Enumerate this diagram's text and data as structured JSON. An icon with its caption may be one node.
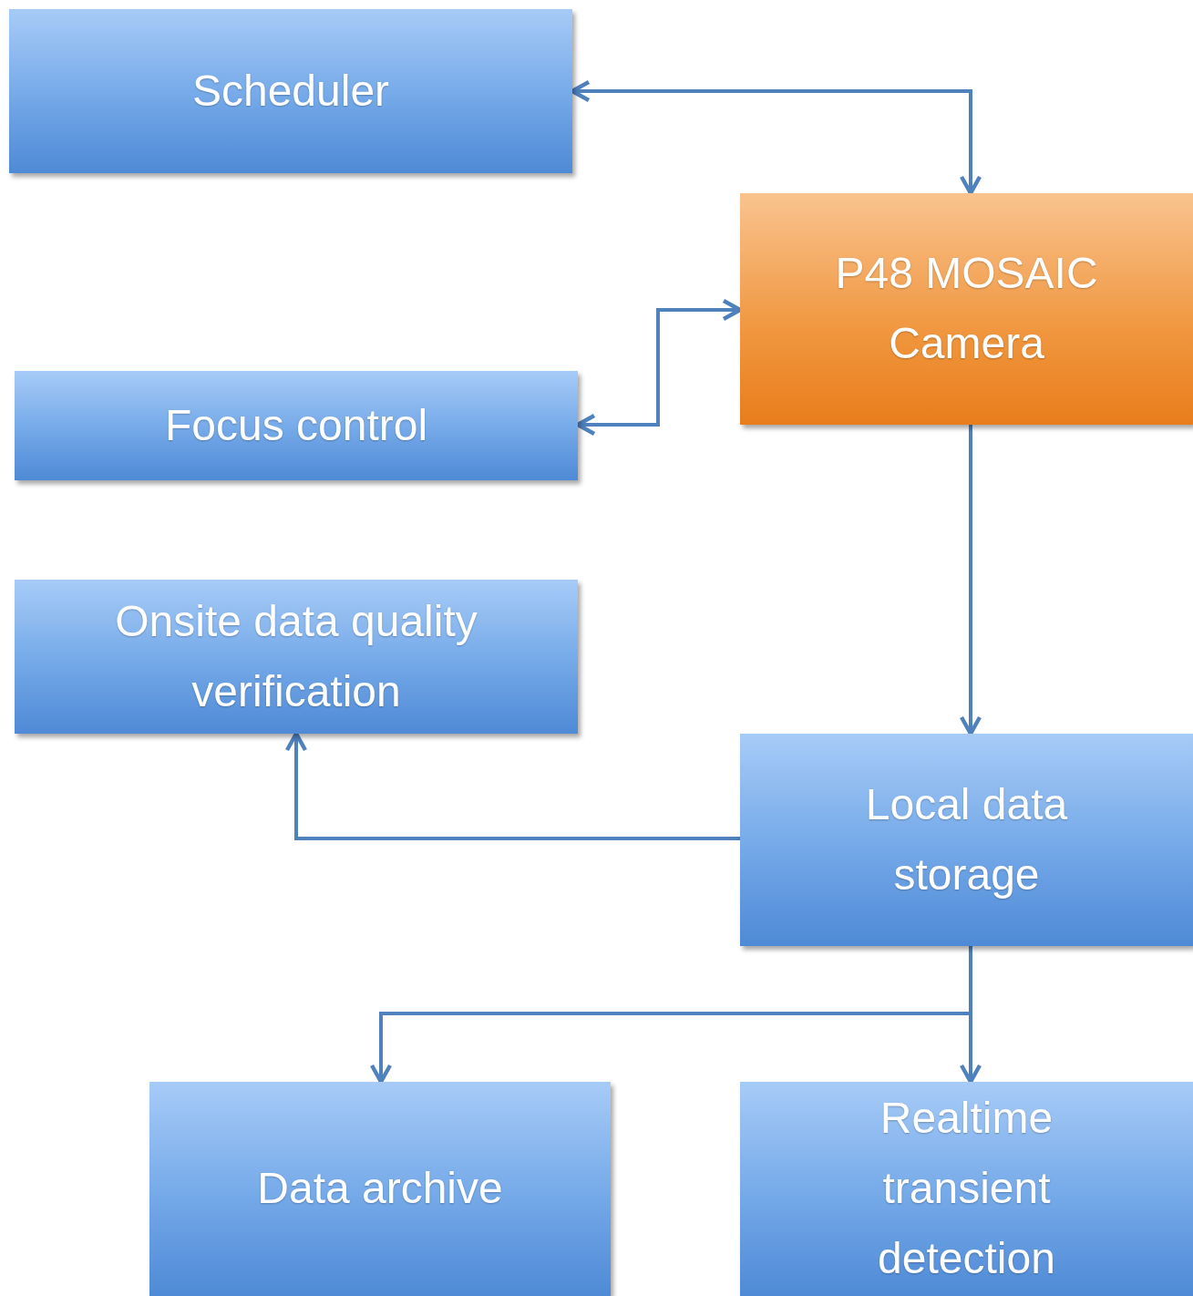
{
  "diagram": {
    "nodes": [
      {
        "text": [
          "Scheduler"
        ]
      },
      {
        "text": [
          "P48 MOSAIC Camera"
        ]
      },
      {
        "text": [
          "Focus control"
        ]
      },
      {
        "text": [
          "Onsite data quality verification"
        ]
      },
      {
        "text": [
          "Local data storage"
        ]
      },
      {
        "text": [
          "Data archive"
        ]
      },
      {
        "text": [
          "Realtime transient detection"
        ]
      }
    ],
    "edges": [
      {
        "from": 0,
        "to": 1,
        "arrow": "both"
      },
      {
        "from": 2,
        "to": 1,
        "arrow": "both"
      },
      {
        "from": 1,
        "to": 4,
        "arrow": "to"
      },
      {
        "from": 4,
        "to": 3,
        "arrow": "to"
      },
      {
        "from": 4,
        "to": 5,
        "arrow": "to"
      },
      {
        "from": 4,
        "to": 6,
        "arrow": "to"
      }
    ]
  }
}
